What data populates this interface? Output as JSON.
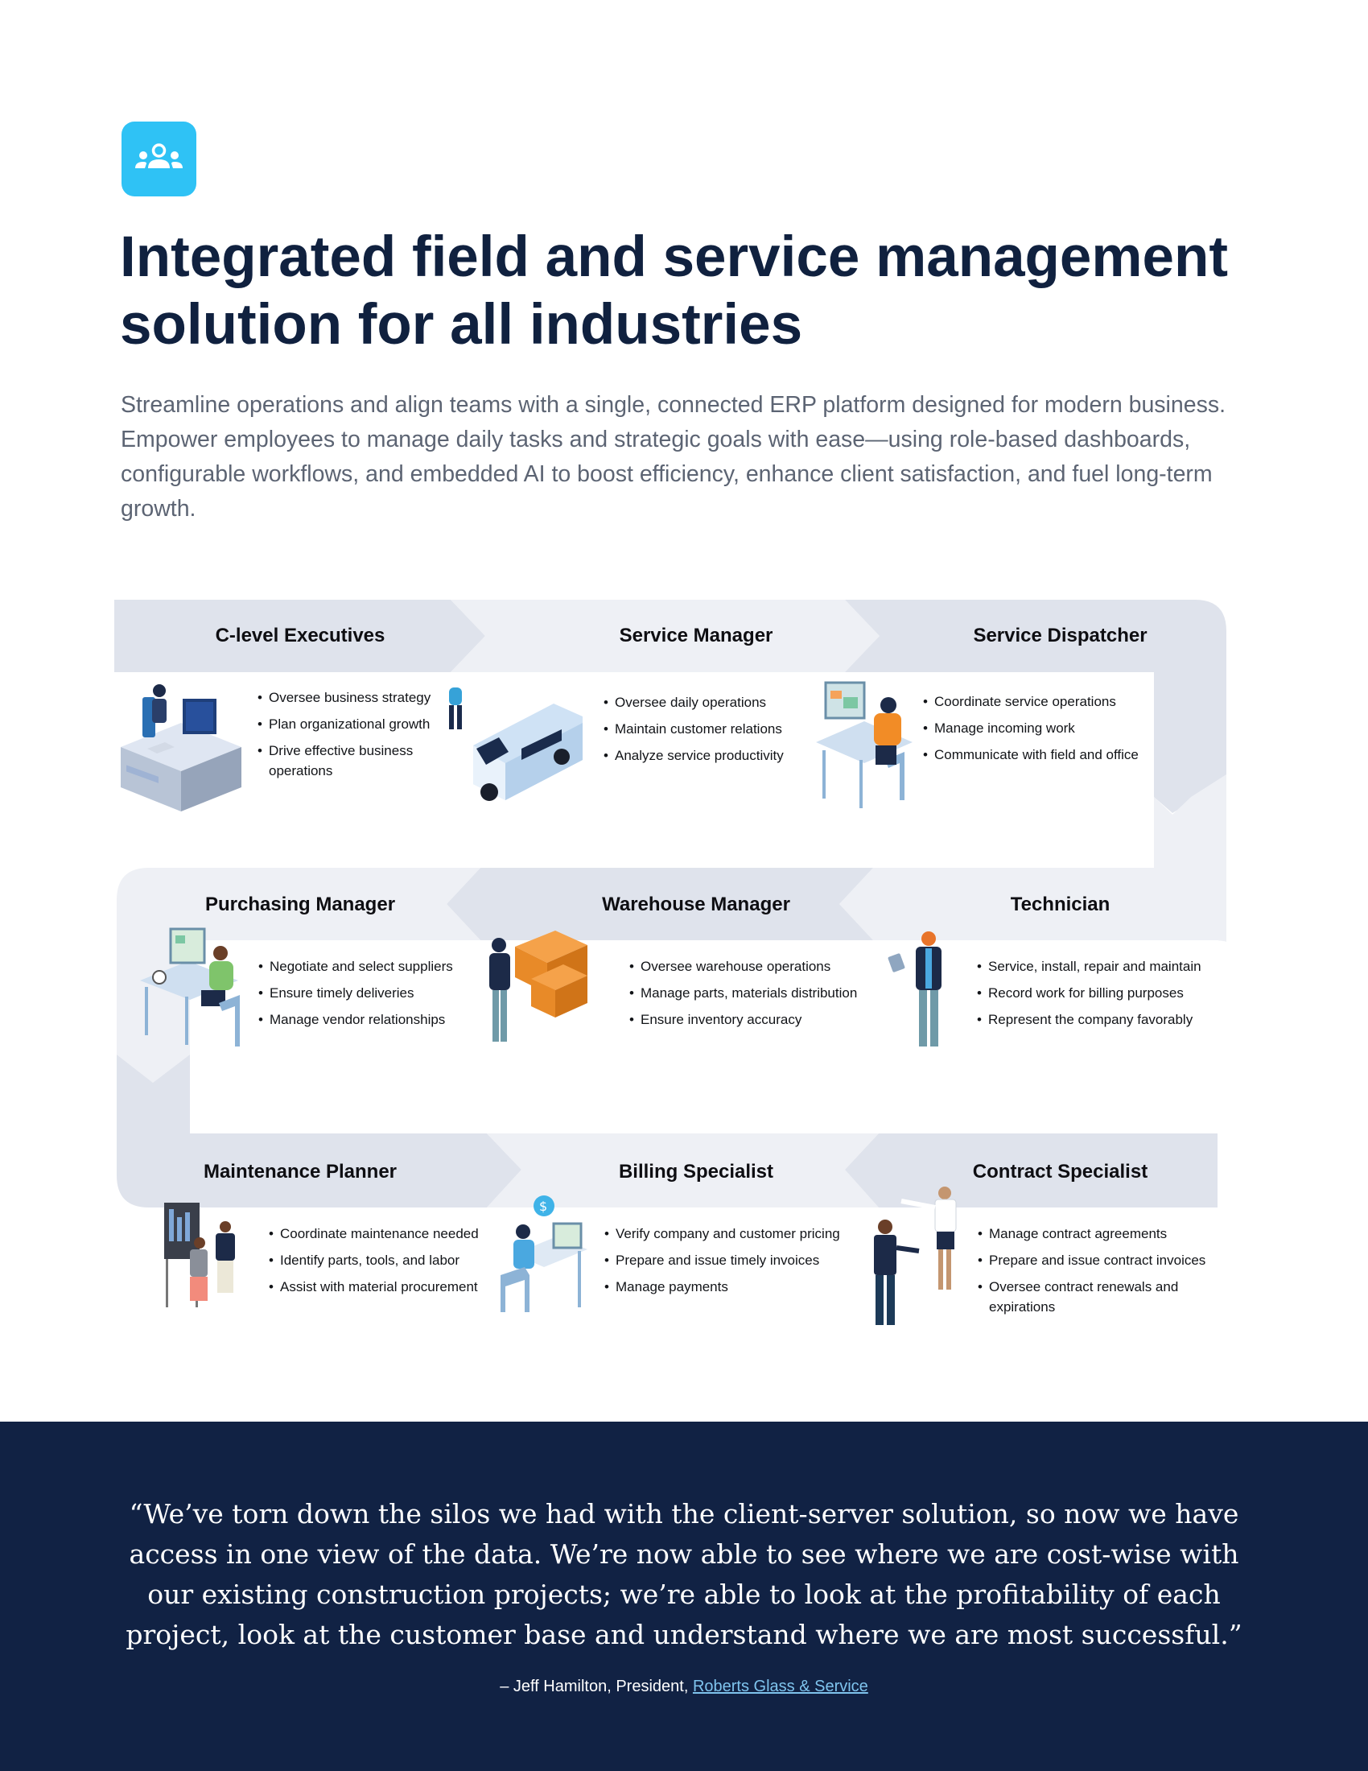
{
  "header": {
    "logo_icon": "users-group-icon",
    "title": "Integrated field and service management solution for all industries",
    "lead": "Streamline operations and align teams with a single, connected ERP platform designed for modern business. Empower employees to manage daily tasks and strategic goals with ease—using role-based dashboards, configurable workflows, and embedded AI to boost efficiency, enhance client satisfaction, and fuel long-term growth."
  },
  "colors": {
    "brand_blue": "#2fc2f5",
    "navy": "#10213f",
    "band_dark": "#dfe3ec",
    "band_light": "#eef0f5",
    "quote_bg": "#112244",
    "link": "#7fc4ee"
  },
  "roles": [
    {
      "title": "C-level Executives",
      "illustration": "executive-at-desk-icon",
      "duties": [
        "Oversee business strategy",
        "Plan organizational growth",
        "Drive effective business operations"
      ]
    },
    {
      "title": "Service Manager",
      "illustration": "service-van-icon",
      "duties": [
        "Oversee daily operations",
        "Maintain customer relations",
        "Analyze service productivity"
      ]
    },
    {
      "title": "Service Dispatcher",
      "illustration": "dispatcher-headset-icon",
      "duties": [
        "Coordinate service operations",
        "Manage incoming work",
        "Communicate with field and office"
      ]
    },
    {
      "title": "Purchasing Manager",
      "illustration": "buyer-at-desk-icon",
      "duties": [
        "Negotiate and select suppliers",
        "Ensure timely deliveries",
        "Manage vendor relationships"
      ]
    },
    {
      "title": "Warehouse Manager",
      "illustration": "worker-carrying-boxes-icon",
      "duties": [
        "Oversee warehouse operations",
        "Manage parts, materials distribution",
        "Ensure inventory accuracy"
      ]
    },
    {
      "title": "Technician",
      "illustration": "technician-with-tablet-icon",
      "duties": [
        "Service, install, repair and maintain",
        "Record work for billing purposes",
        "Represent the company favorably"
      ]
    },
    {
      "title": "Maintenance Planner",
      "illustration": "planners-at-board-icon",
      "duties": [
        "Coordinate maintenance needed",
        "Identify parts, tools, and labor",
        "Assist with material procurement"
      ]
    },
    {
      "title": "Billing Specialist",
      "illustration": "billing-at-desk-icon",
      "duties": [
        "Verify company and customer pricing",
        "Prepare and issue timely invoices",
        "Manage payments"
      ]
    },
    {
      "title": "Contract Specialist",
      "illustration": "handshake-people-icon",
      "duties": [
        "Manage contract agreements",
        "Prepare and issue contract invoices",
        "Oversee contract renewals and expirations"
      ]
    }
  ],
  "testimonial": {
    "quote": "“We’ve torn down the silos we had with the client-server solution, so now we have access in one view of the data. We’re now able to see where we are cost-wise with our existing construction projects; we’re able to look at the profitability of each project, look at the customer base and understand where we are most successful.”",
    "author_prefix": "– Jeff Hamilton, President, ",
    "company_link": "Roberts Glass & Service"
  }
}
